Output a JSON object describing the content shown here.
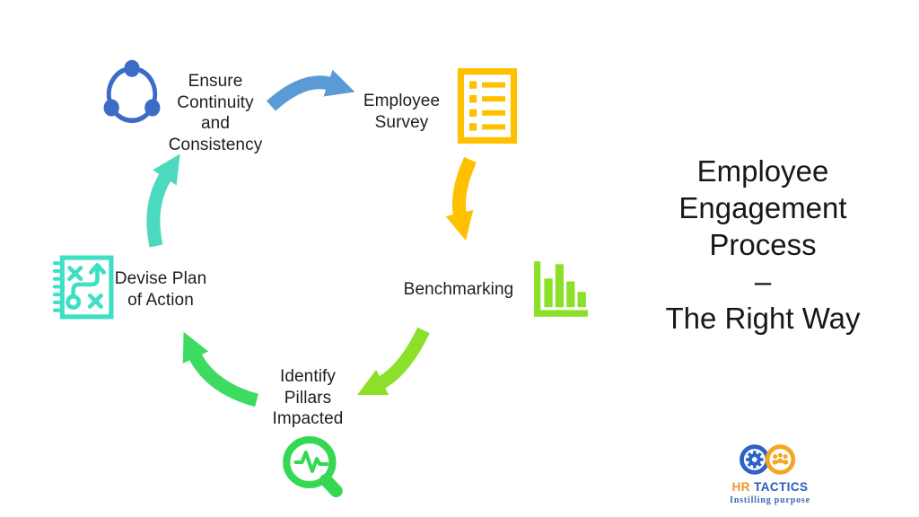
{
  "title": {
    "lines": [
      "Employee",
      "Engagement",
      "Process",
      "–",
      "The Right Way"
    ]
  },
  "cycle": {
    "steps": [
      {
        "label": "Ensure\nContinuity\nand\nConsistency",
        "icon": "share-network-icon",
        "color": "#3C6CC5"
      },
      {
        "label": "Employee\nSurvey",
        "icon": "survey-checklist-icon",
        "color": "#FFC000"
      },
      {
        "label": "Benchmarking",
        "icon": "bar-chart-icon",
        "color": "#8DE029"
      },
      {
        "label": "Identify\nPillars\nImpacted",
        "icon": "magnifier-pulse-icon",
        "color": "#35D852"
      },
      {
        "label": "Devise Plan\nof Action",
        "icon": "strategy-plan-icon",
        "color": "#3EDFC4"
      }
    ],
    "arrows": [
      {
        "name": "to-employee-survey",
        "from": "Ensure Continuity and Consistency",
        "to": "Employee Survey",
        "color": "#5B9BD5"
      },
      {
        "name": "to-benchmarking",
        "from": "Employee Survey",
        "to": "Benchmarking",
        "color": "#FFC000"
      },
      {
        "name": "to-identify-pillars",
        "from": "Benchmarking",
        "to": "Identify Pillars Impacted",
        "color": "#8DE029"
      },
      {
        "name": "to-devise-plan",
        "from": "Identify Pillars Impacted",
        "to": "Devise Plan of Action",
        "color": "#3EDB63"
      },
      {
        "name": "to-ensure-continuity",
        "from": "Devise Plan of Action",
        "to": "Ensure Continuity and Consistency",
        "color": "#4BD9C0"
      }
    ]
  },
  "logo": {
    "hr": "HR",
    "tactics": "TACTICS",
    "tagline": "Instilling purpose",
    "blue": "#2E62C9",
    "orange": "#F5A623"
  }
}
